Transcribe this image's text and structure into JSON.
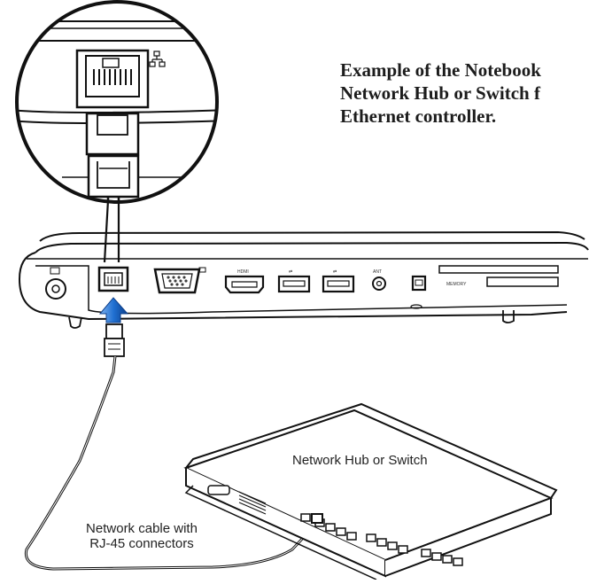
{
  "caption": {
    "line1": "Example of the Notebook",
    "line2": "Network Hub or Switch f",
    "line3": "Ethernet controller."
  },
  "labels": {
    "hub": "Network Hub or Switch",
    "cable_line1": "Network cable with",
    "cable_line2": "RJ-45 connectors"
  },
  "ports": {
    "hdmi": "HDMI",
    "ant": "ANT",
    "usb_symbol": "⇄",
    "card": "MEMORY"
  },
  "colors": {
    "line": "#1a1a1a",
    "arrow": "#1f6fd1",
    "arrow_dark": "#0d3f8a"
  },
  "icons": [
    "network-port-icon",
    "usb-icon",
    "hdmi-port",
    "vga-port",
    "power-jack"
  ]
}
